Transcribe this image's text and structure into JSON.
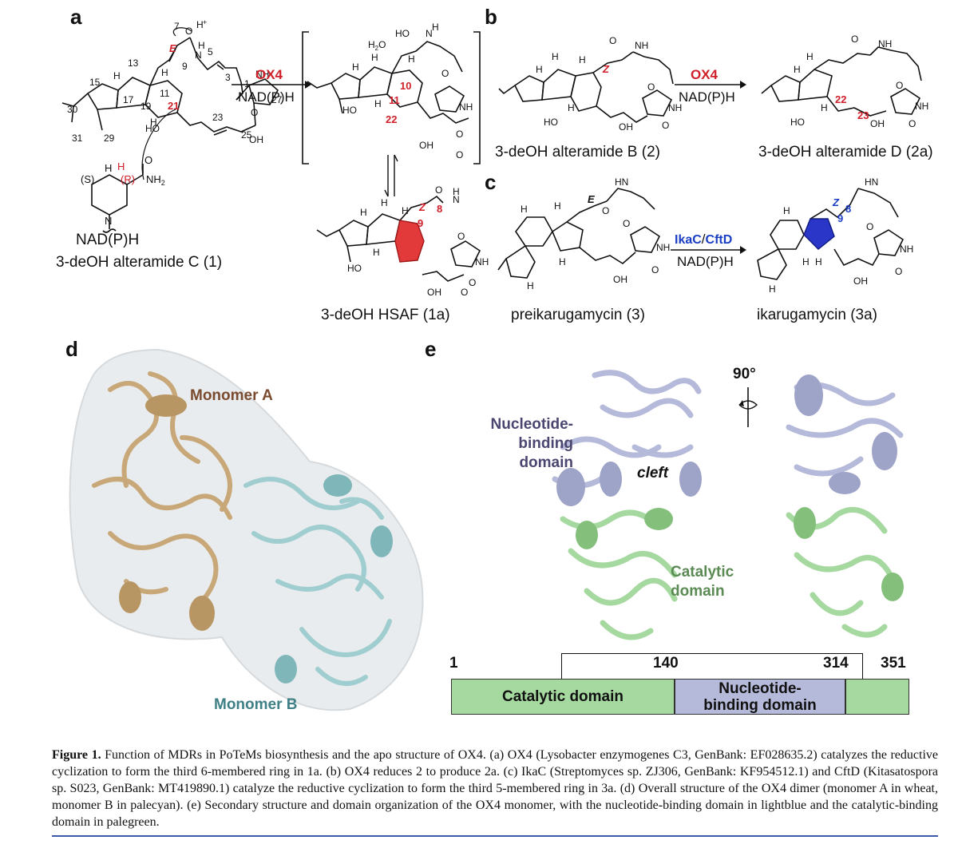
{
  "panels": {
    "a": {
      "letter": "a",
      "compound1": "3-deOH alteramide C (1)",
      "compound1a": "3-deOH HSAF (1a)",
      "cofactor": "NAD(P)H",
      "enzyme": "OX4",
      "reagent": "NAD(P)H",
      "water": "H2O",
      "stereo_labels": [
        "E",
        "Z",
        "(S)",
        "(R)",
        "H",
        "H+"
      ],
      "atom_numbers": [
        "7",
        "9",
        "5",
        "3",
        "1",
        "27",
        "25",
        "23",
        "21",
        "11",
        "13",
        "15",
        "17",
        "19",
        "29",
        "30",
        "31",
        "10",
        "22",
        "8"
      ]
    },
    "b": {
      "letter": "b",
      "compound2": "3-deOH alteramide B (2)",
      "compound2a": "3-deOH alteramide D (2a)",
      "enzyme": "OX4",
      "reagent": "NAD(P)H",
      "atom_numbers": [
        "22",
        "23"
      ],
      "stereo": "Z"
    },
    "c": {
      "letter": "c",
      "compound3": "preikarugamycin (3)",
      "compound3a": "ikarugamycin (3a)",
      "enzyme_1": "IkaC",
      "enzyme_sep": "/",
      "enzyme_2": "CftD",
      "reagent": "NAD(P)H",
      "stereo_in": "E",
      "stereo_out": "Z",
      "atom_numbers": [
        "8",
        "9"
      ]
    },
    "d": {
      "letter": "d",
      "monomer_a": "Monomer A",
      "monomer_b": "Monomer B",
      "color_a": "#c8a878",
      "color_b": "#9fcdd0"
    },
    "e": {
      "letter": "e",
      "rotation": "90°",
      "nbd_label": "Nucleotide-binding domain",
      "cleft": "cleft",
      "catalytic_label": "Catalytic domain",
      "nbd_color": "#b6bada",
      "cat_color": "#a6d9a0",
      "bar": {
        "ticks": [
          "1",
          "140",
          "314",
          "351"
        ],
        "segment_catalytic": "Catalytic domain",
        "segment_nbd_line1": "Nucleotide-",
        "segment_nbd_line2": "binding domain"
      }
    }
  },
  "caption": {
    "fig_label": "Figure 1.",
    "text": "Function of MDRs in PoTeMs biosynthesis and the apo structure of OX4. (a) OX4 (Lysobacter enzymogenes C3, GenBank: EF028635.2) catalyzes the reductive cyclization to form the third 6-membered ring in 1a. (b) OX4 reduces 2 to produce 2a. (c) IkaC (Streptomyces sp. ZJ306, GenBank: KF954512.1) and CftD (Kitasatospora sp. S023, GenBank: MT419890.1) catalyze the reductive cyclization to form the third 5-membered ring in 3a. (d) Overall structure of the OX4 dimer (monomer A in wheat, monomer B in palecyan). (e) Secondary structure and domain organization of the OX4 monomer, with the nucleotide-binding domain in lightblue and the catalytic-binding domain in palegreen."
  }
}
